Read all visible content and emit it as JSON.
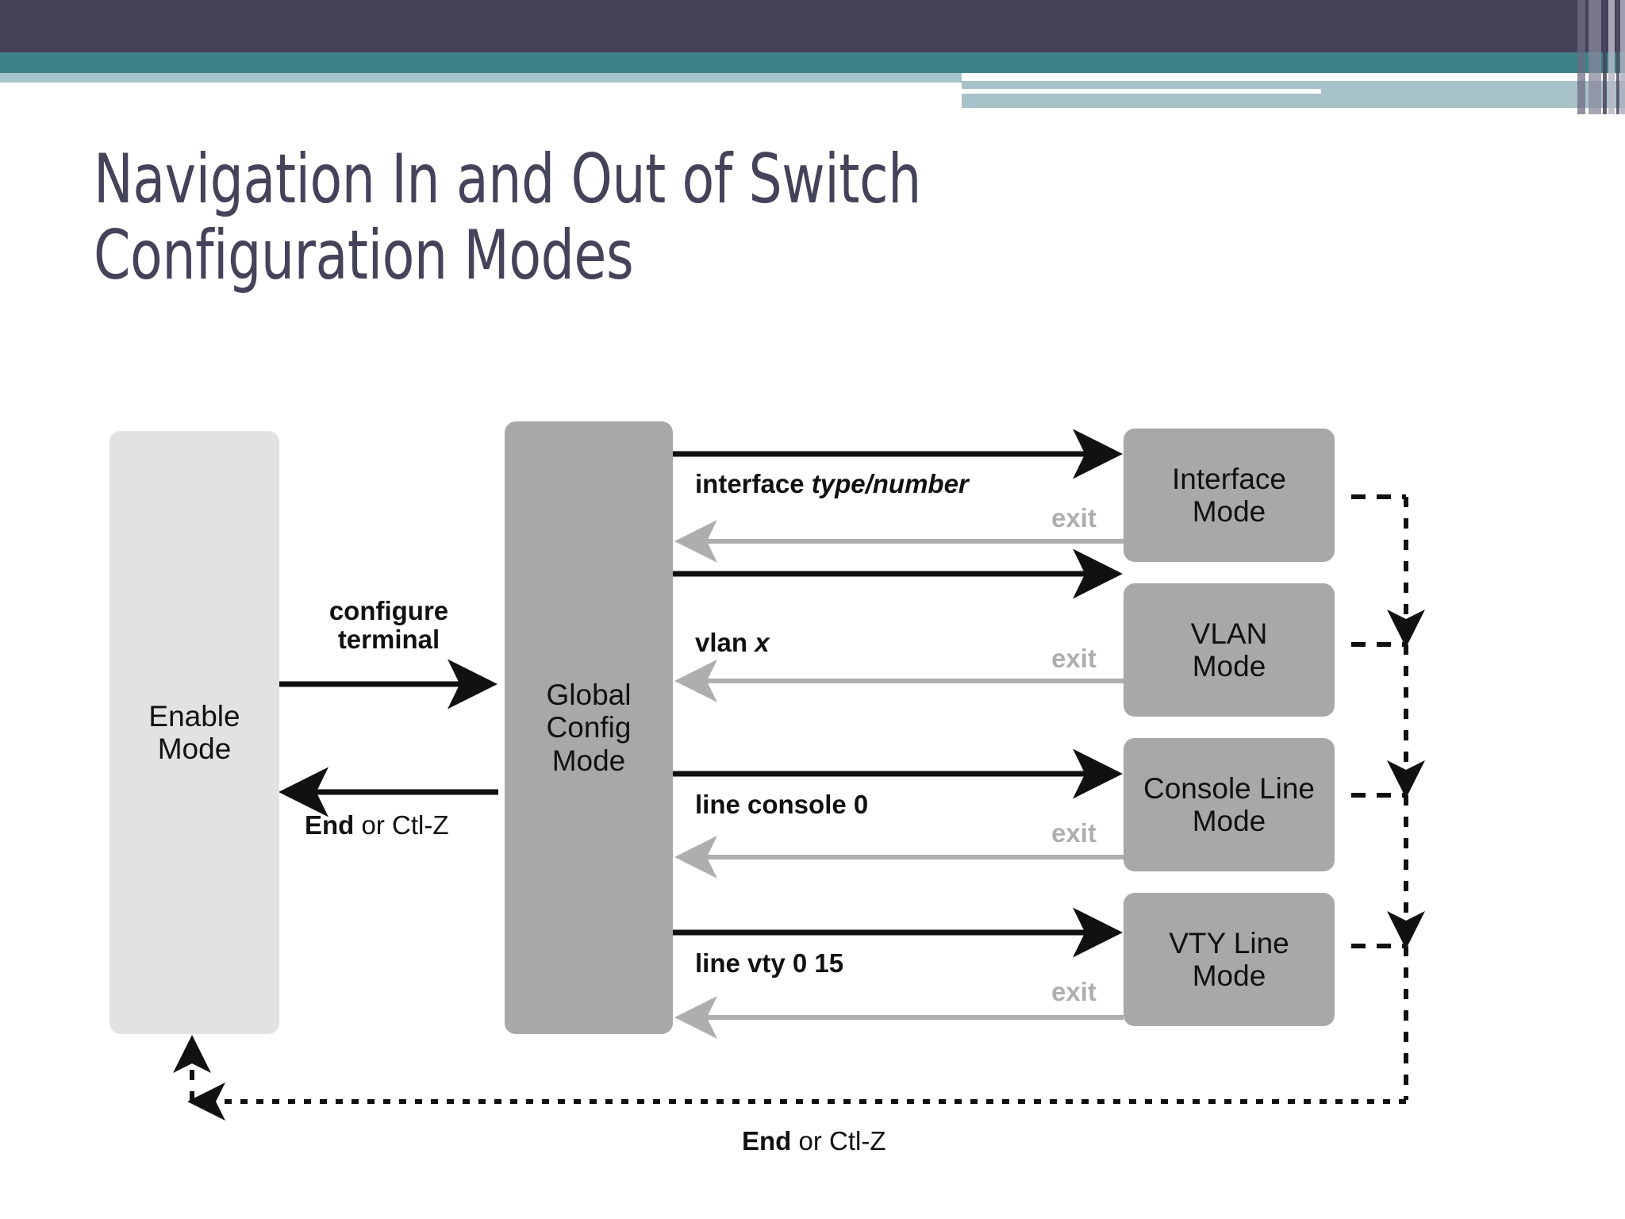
{
  "slide": {
    "title": "Navigation In and Out of Switch\nConfiguration Modes",
    "theme": {
      "header_navy": "#434158",
      "header_teal": "#3E8187",
      "header_light_blue": "#A7C2C8",
      "title_color": "#45435A",
      "node_light_fill": "#E2E2E2",
      "node_gray_fill": "#A8A8A8",
      "arrow_black": "#111111",
      "arrow_gray": "#AEAEAE"
    }
  },
  "diagram": {
    "nodes": {
      "enable_mode": "Enable\nMode",
      "global_config_mode": "Global\nConfig\nMode",
      "interface_mode": "Interface\nMode",
      "vlan_mode": "VLAN\nMode",
      "console_line_mode": "Console Line\nMode",
      "vty_line_mode": "VTY Line\nMode"
    },
    "edges": {
      "configure_terminal": "configure\nterminal",
      "end_or_ctlz_left": {
        "bold": "End",
        "rest": " or Ctl-Z"
      },
      "interface_cmd": {
        "bold": "interface",
        "italic": " type/number"
      },
      "vlan_cmd": {
        "bold": "vlan",
        "italic": " x"
      },
      "line_console_cmd": "line console 0",
      "line_vty_cmd": "line vty 0 15",
      "exit_interface": "exit",
      "exit_vlan": "exit",
      "exit_console": "exit",
      "exit_vty": "exit",
      "end_or_ctlz_bottom": {
        "bold": "End",
        "rest": " or Ctl-Z"
      }
    }
  }
}
